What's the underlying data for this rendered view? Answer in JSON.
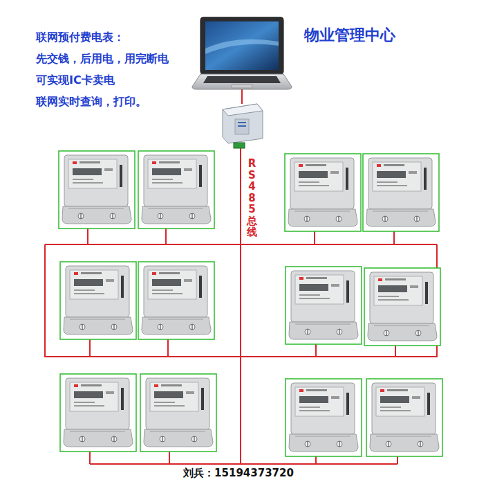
{
  "diagram": {
    "labels": [
      "联网预付费电表：",
      "先交钱，后用电，用完断电",
      "可实现IC卡卖电",
      "联网实时查询，打印。",
      "物业管理中心",
      "RS485总线",
      "刘兵：15194373720"
    ]
  }
}
